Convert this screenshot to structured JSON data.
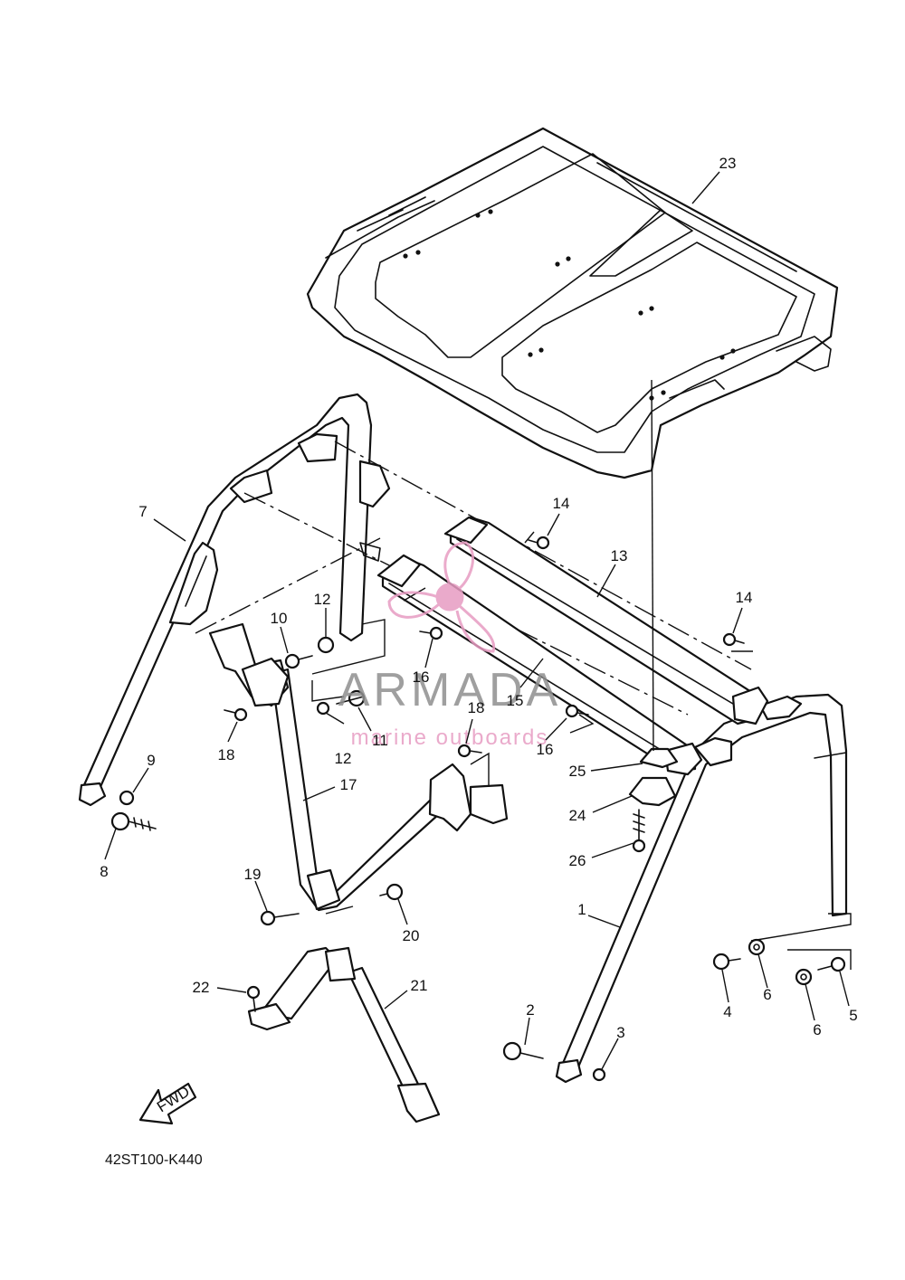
{
  "diagram": {
    "part_number": "42ST100-K440",
    "fwd_label": "FWD",
    "callouts": {
      "c1": "1",
      "c2": "2",
      "c3": "3",
      "c4": "4",
      "c5": "5",
      "c6a": "6",
      "c6b": "6",
      "c7": "7",
      "c8": "8",
      "c9": "9",
      "c10": "10",
      "c11": "11",
      "c12a": "12",
      "c12b": "12",
      "c13": "13",
      "c14a": "14",
      "c14b": "14",
      "c15": "15",
      "c16a": "16",
      "c16b": "16",
      "c17": "17",
      "c18a": "18",
      "c18b": "18",
      "c19": "19",
      "c20": "20",
      "c21": "21",
      "c22": "22",
      "c23": "23",
      "c24": "24",
      "c25": "25",
      "c26": "26"
    }
  },
  "watermark": {
    "brand": "ARMADA",
    "tagline": "marine outboards",
    "brand_color": "#8f8f8f",
    "logo_color": "#e79cc2"
  }
}
